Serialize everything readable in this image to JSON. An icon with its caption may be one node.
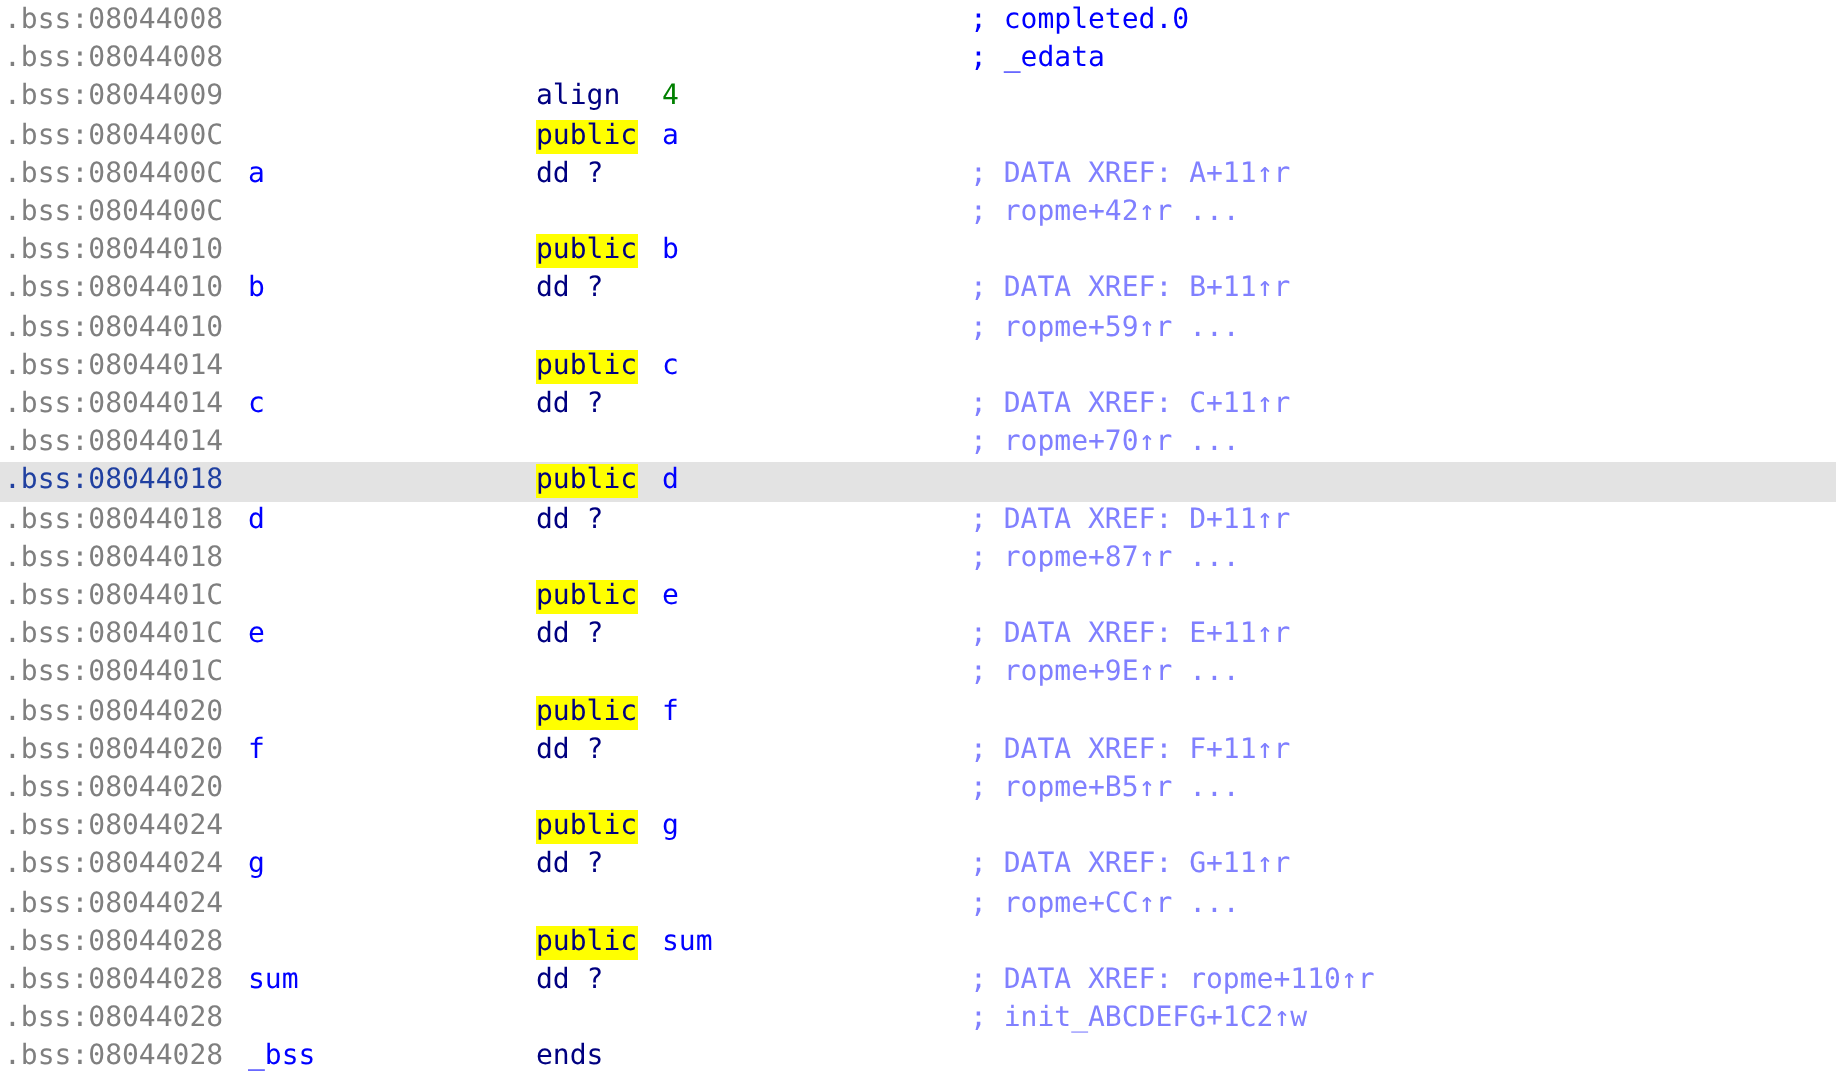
{
  "diagram": {
    "labels": [
      ".bss:08044008",
      "; completed.0",
      ".bss:08044008",
      "; _edata",
      ".bss:08044009",
      "align",
      "4",
      ".bss:0804400C",
      "public",
      "a",
      ".bss:0804400C",
      "a",
      "dd ?",
      "; DATA XREF: A+11↑r",
      ".bss:0804400C",
      "; ropme+42↑r ...",
      ".bss:08044010",
      "public",
      "b",
      ".bss:08044010",
      "b",
      "dd ?",
      "; DATA XREF: B+11↑r",
      ".bss:08044010",
      "; ropme+59↑r ...",
      ".bss:08044014",
      "public",
      "c",
      ".bss:08044014",
      "c",
      "dd ?",
      "; DATA XREF: C+11↑r",
      ".bss:08044014",
      "; ropme+70↑r ...",
      ".bss:08044018",
      "public",
      "d",
      ".bss:08044018",
      "d",
      "dd ?",
      "; DATA XREF: D+11↑r",
      ".bss:08044018",
      "; ropme+87↑r ...",
      ".bss:0804401C",
      "public",
      "e",
      ".bss:0804401C",
      "e",
      "dd ?",
      "; DATA XREF: E+11↑r",
      ".bss:0804401C",
      "; ropme+9E↑r ...",
      ".bss:08044020",
      "public",
      "f",
      ".bss:08044020",
      "f",
      "dd ?",
      "; DATA XREF: F+11↑r",
      ".bss:08044020",
      "; ropme+B5↑r ...",
      ".bss:08044024",
      "public",
      "g",
      ".bss:08044024",
      "g",
      "dd ?",
      "; DATA XREF: G+11↑r",
      ".bss:08044024",
      "; ropme+CC↑r ...",
      ".bss:08044028",
      "public",
      "sum",
      ".bss:08044028",
      "sum",
      "dd ?",
      "; DATA XREF: ropme+110↑r",
      ".bss:08044028",
      "; init_ABCDEFG+1C2↑w",
      ".bss:08044028",
      "_bss",
      "ends"
    ]
  }
}
